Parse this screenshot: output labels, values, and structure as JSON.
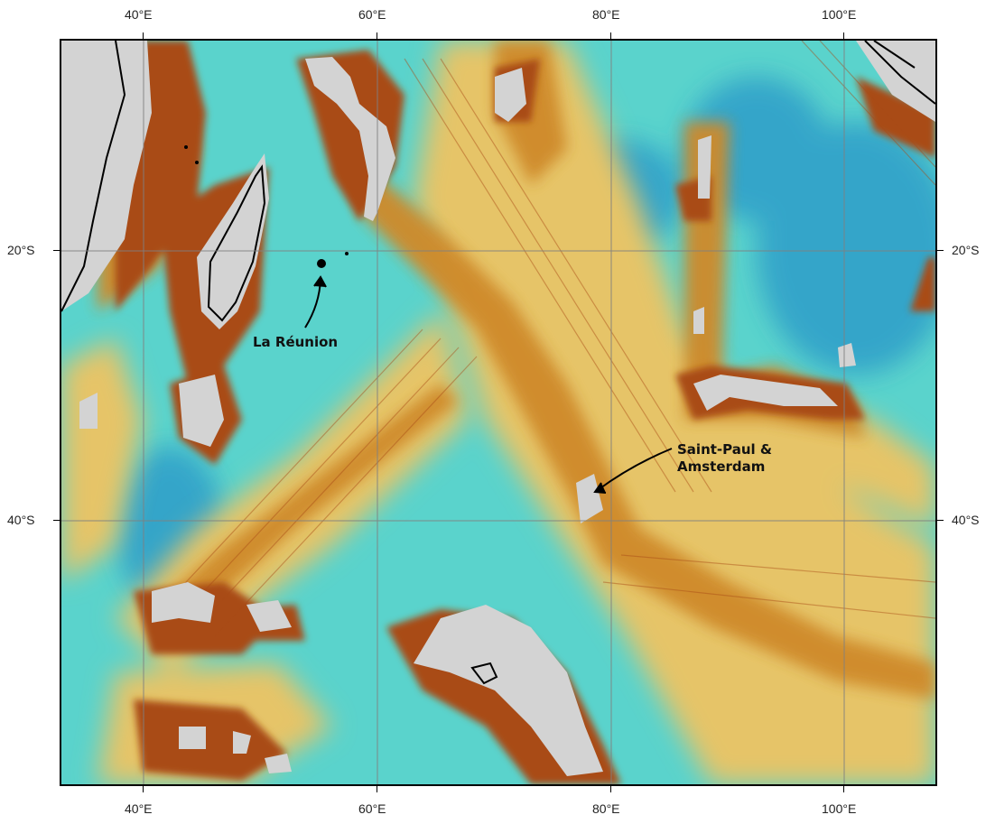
{
  "map": {
    "longitude_labels": [
      "40°E",
      "60°E",
      "80°E",
      "100°E"
    ],
    "latitude_labels": [
      "20°S",
      "40°S"
    ],
    "annotations": [
      {
        "label_lines": [
          "La Réunion"
        ]
      },
      {
        "label_lines": [
          "Saint-Paul &",
          "Amsterdam"
        ]
      }
    ],
    "colors": {
      "deep_ocean": "#2e9ec9",
      "ocean": "#5ad3cc",
      "mid_depth": "#e6c468",
      "ridge": "#cf8a2a",
      "shallow_shelf": "#a94b16",
      "land_relief": "#d3d3d3",
      "coastline": "#000000",
      "graticule": "#808080"
    }
  }
}
